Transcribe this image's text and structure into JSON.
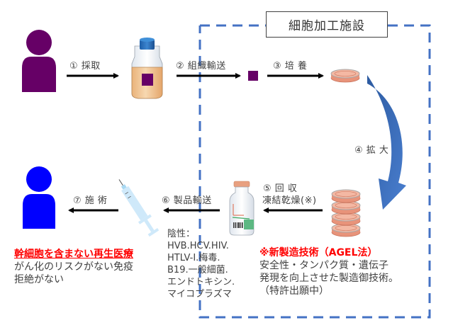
{
  "facility": {
    "label": "細胞加工施設",
    "border_color": "#4472c4"
  },
  "steps": [
    {
      "id": 1,
      "label": "① 採取"
    },
    {
      "id": 2,
      "label": "② 組織輸送"
    },
    {
      "id": 3,
      "label": "③ 培 養"
    },
    {
      "id": 4,
      "label": "④ 拡 大"
    },
    {
      "id": 5,
      "label": "⑤ 回 収",
      "sub": "凍結乾燥(※)"
    },
    {
      "id": 6,
      "label": "⑥ 製品輸送"
    },
    {
      "id": 7,
      "label": "⑦ 施 術"
    }
  ],
  "icons": {
    "donor": "person-icon",
    "culture_bottle": "culture-bottle-icon",
    "tissue": "tissue-square-icon",
    "petri_dish": "petri-dish-icon",
    "dish_stack": "petri-dish-stack-icon",
    "vial": "vial-icon",
    "syringe": "syringe-icon",
    "patient": "person-icon"
  },
  "colors": {
    "donor": "#660066",
    "patient": "#0000ff",
    "tissue": "#660066",
    "curve_arrow": "#4472c4",
    "highlight": "#ff0000"
  },
  "negative_tests": {
    "lines": [
      "陰性：",
      "HVB.HCV.HIV.",
      "HTLV-I.梅毒.",
      "B19.一般細菌.",
      "エンドトキシン.",
      "マイコプラズマ"
    ]
  },
  "left_note": {
    "title": "幹細胞を含まない再生医療",
    "lines": [
      "がん化のリスクがない免疫",
      "拒絶がない"
    ]
  },
  "technology_note": {
    "title": "※新製造技術（AGEL法）",
    "lines": [
      "安全性・タンパク質・遺伝子",
      "発現を向上させた製造御技術。",
      "（特許出願中）"
    ]
  }
}
